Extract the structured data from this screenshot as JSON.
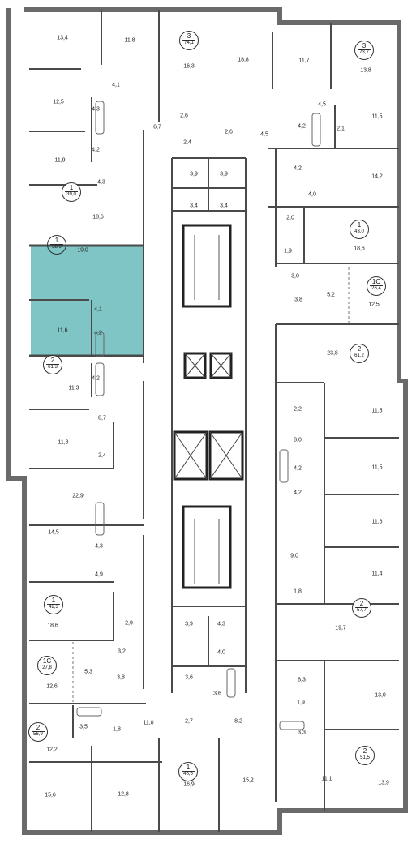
{
  "colors": {
    "wall": "#4a4a4a",
    "outer_wall": "#6a6a6a",
    "highlight": "#7fc5c5",
    "lift_frame": "#222222"
  },
  "apartments": [
    {
      "rooms": "3",
      "area": "74,1"
    },
    {
      "rooms": "3",
      "area": "73,7"
    },
    {
      "rooms": "1",
      "area": "39,0"
    },
    {
      "rooms": "1",
      "area": "43,0"
    },
    {
      "rooms": "1",
      "area": "38,9",
      "highlighted": true
    },
    {
      "rooms": "1С",
      "area": "26,4"
    },
    {
      "rooms": "2",
      "area": "61,2"
    },
    {
      "rooms": "2",
      "area": "61,3"
    },
    {
      "rooms": "1",
      "area": "42,3"
    },
    {
      "rooms": "2",
      "area": "57,7"
    },
    {
      "rooms": "1С",
      "area": "27,8"
    },
    {
      "rooms": "2",
      "area": "56,9"
    },
    {
      "rooms": "2",
      "area": "51,5"
    },
    {
      "rooms": "1",
      "area": "46,6"
    }
  ],
  "room_areas": [
    "13,4",
    "11,8",
    "16,3",
    "18,8",
    "11,7",
    "13,8",
    "12,5",
    "4,1",
    "4,3",
    "6,7",
    "2,6",
    "2,4",
    "2,6",
    "4,5",
    "11,5",
    "4,5",
    "4,2",
    "2,1",
    "11,9",
    "4,2",
    "4,3",
    "3,9",
    "3,9",
    "4,2",
    "14,2",
    "4,0",
    "18,6",
    "3,4",
    "3,4",
    "2,0",
    "18,6",
    "1,9",
    "19,0",
    "3,0",
    "3,8",
    "5,2",
    "12,5",
    "4,1",
    "11,6",
    "4,2",
    "23,8",
    "4,2",
    "11,3",
    "2,2",
    "11,5",
    "8,7",
    "8,0",
    "11,8",
    "2,4",
    "4,2",
    "11,5",
    "22,9",
    "4,2",
    "11,6",
    "14,5",
    "4,3",
    "4,9",
    "9,0",
    "11,4",
    "1,8",
    "18,6",
    "2,9",
    "3,9",
    "4,3",
    "19,7",
    "4,0",
    "3,2",
    "8,3",
    "5,3",
    "3,8",
    "3,6",
    "3,6",
    "1,9",
    "13,0",
    "12,6",
    "11,0",
    "2,7",
    "8,2",
    "3,5",
    "1,8",
    "3,3",
    "12,2",
    "16,9",
    "15,2",
    "11,1",
    "13,9",
    "15,6",
    "12,8"
  ]
}
